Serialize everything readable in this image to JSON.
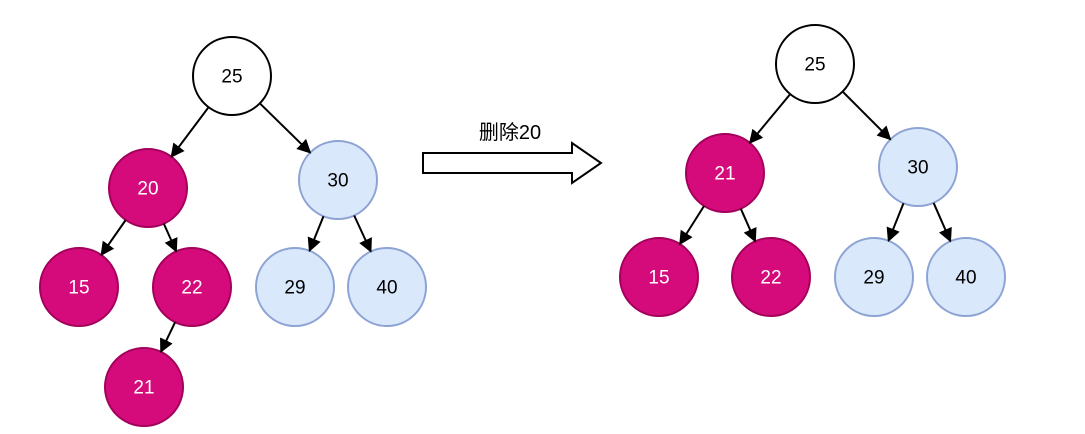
{
  "diagram": {
    "type": "binary-search-tree-deletion",
    "operation_label": "删除20"
  },
  "colors": {
    "magenta_fill": "#D60B7B",
    "magenta_stroke": "#A3005C",
    "blue_fill": "#DAE8FC",
    "blue_stroke": "#8CA3D4",
    "white_fill": "#FFFFFF",
    "edge_color": "#000000",
    "label_dark": "#000000",
    "label_light": "#FFFFFF"
  },
  "left_tree": {
    "name": "before-deletion",
    "nodes": [
      {
        "value": "25",
        "style": "white"
      },
      {
        "value": "20",
        "style": "magenta"
      },
      {
        "value": "30",
        "style": "blue"
      },
      {
        "value": "15",
        "style": "magenta"
      },
      {
        "value": "22",
        "style": "magenta"
      },
      {
        "value": "21",
        "style": "magenta"
      },
      {
        "value": "29",
        "style": "blue"
      },
      {
        "value": "40",
        "style": "blue"
      }
    ],
    "edges": [
      {
        "from": "25",
        "to": "20"
      },
      {
        "from": "25",
        "to": "30"
      },
      {
        "from": "20",
        "to": "15"
      },
      {
        "from": "20",
        "to": "22"
      },
      {
        "from": "22",
        "to": "21"
      },
      {
        "from": "30",
        "to": "29"
      },
      {
        "from": "30",
        "to": "40"
      }
    ]
  },
  "right_tree": {
    "name": "after-deletion",
    "nodes": [
      {
        "value": "25",
        "style": "white"
      },
      {
        "value": "21",
        "style": "magenta"
      },
      {
        "value": "30",
        "style": "blue"
      },
      {
        "value": "15",
        "style": "magenta"
      },
      {
        "value": "22",
        "style": "magenta"
      },
      {
        "value": "29",
        "style": "blue"
      },
      {
        "value": "40",
        "style": "blue"
      }
    ],
    "edges": [
      {
        "from": "25",
        "to": "21"
      },
      {
        "from": "25",
        "to": "30"
      },
      {
        "from": "21",
        "to": "15"
      },
      {
        "from": "21",
        "to": "22"
      },
      {
        "from": "30",
        "to": "29"
      },
      {
        "from": "30",
        "to": "40"
      }
    ]
  }
}
